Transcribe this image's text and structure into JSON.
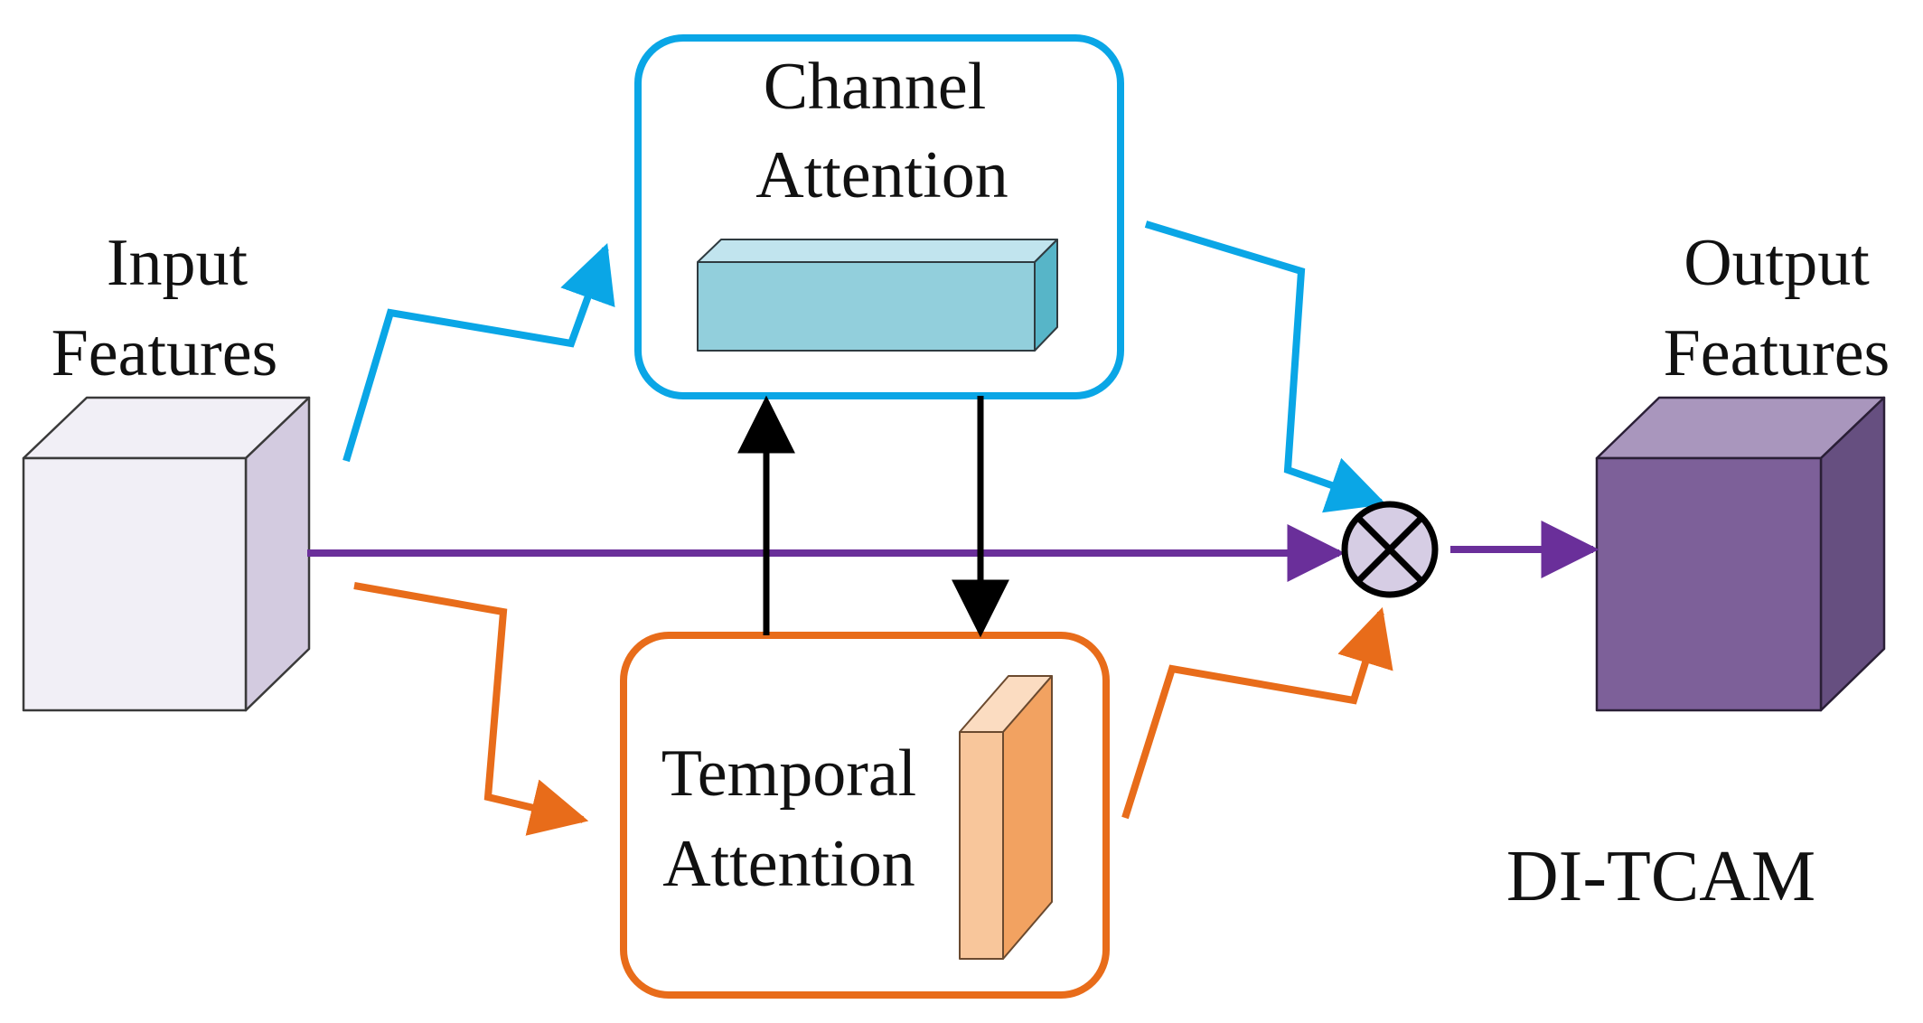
{
  "diagram": {
    "title": "DI-TCAM",
    "input": {
      "line1": "Input",
      "line2": "Features"
    },
    "output": {
      "line1": "Output",
      "line2": "Features"
    },
    "channel": {
      "line1": "Channel",
      "line2": "Attention"
    },
    "temporal": {
      "line1": "Temporal",
      "line2": "Attention"
    },
    "operator": "element-wise multiplication",
    "colors": {
      "channel": "#0aa6e6",
      "temporal": "#e86c1a",
      "main": "#6a2f9a",
      "link": "#000000",
      "input_cube_front": "#f1eff6",
      "input_cube_side": "#d3cbe0",
      "output_cube_front": "#7d6099",
      "output_cube_top": "#a996bd",
      "output_cube_side": "#664f80",
      "channel_bar_front": "#92cfdc",
      "channel_bar_top": "#c1e4ee",
      "channel_bar_side": "#57b5c8",
      "temporal_slab_front": "#f8c69b",
      "temporal_slab_top": "#fbdcc1",
      "temporal_slab_side": "#f2a261",
      "operator_fill": "#d6cde4"
    }
  }
}
